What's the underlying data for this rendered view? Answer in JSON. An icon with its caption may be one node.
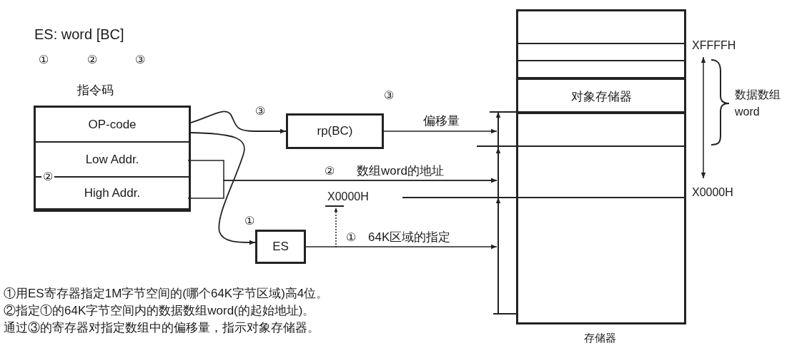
{
  "diagram": {
    "nodes": [
      {
        "text": [
          "指令码"
        ]
      },
      {
        "text": [
          "OP-code"
        ],
        "in": 0
      },
      {
        "text": [
          "Low Addr."
        ],
        "in": 0
      },
      {
        "text": [
          "High Addr."
        ],
        "in": 0
      },
      {
        "text": [
          "rp(BC)"
        ]
      },
      {
        "text": [
          "ES"
        ]
      },
      {
        "text": [],
        "shape": "box",
        "beside": [
          "存储器"
        ]
      },
      {
        "text": [
          "对象存储器"
        ],
        "in": 6
      }
    ],
    "edges": [
      {
        "from": 1,
        "to": 4,
        "arrow": "to"
      },
      {
        "from": 1,
        "to": 5,
        "arrow": "to"
      },
      {
        "from": 4,
        "to": 6,
        "arrow": "to",
        "label": "偏移量"
      },
      {
        "from": 2,
        "to": 6,
        "arrow": "to",
        "label": "数组word的地址"
      },
      {
        "from": 3,
        "to": 6,
        "arrow": "to"
      },
      {
        "from": 5,
        "to": 6,
        "arrow": "to",
        "label": "64K区域的指定"
      }
    ],
    "labels": [
      "ES: word [BC]",
      "①",
      "②",
      "③",
      "③",
      "③",
      "②",
      "②",
      "XFFFFH",
      "数据数组 word",
      "X0000H",
      "X0000H",
      "①",
      "①",
      "①用ES寄存器指定1M字节空间的(哪个64K字节区域)高4位。",
      "②指定①的64K字节空间内的数据数组word(的起始地址)。",
      "通过③的寄存器对指定数组中的偏移量，指示对象存储器。"
    ]
  }
}
